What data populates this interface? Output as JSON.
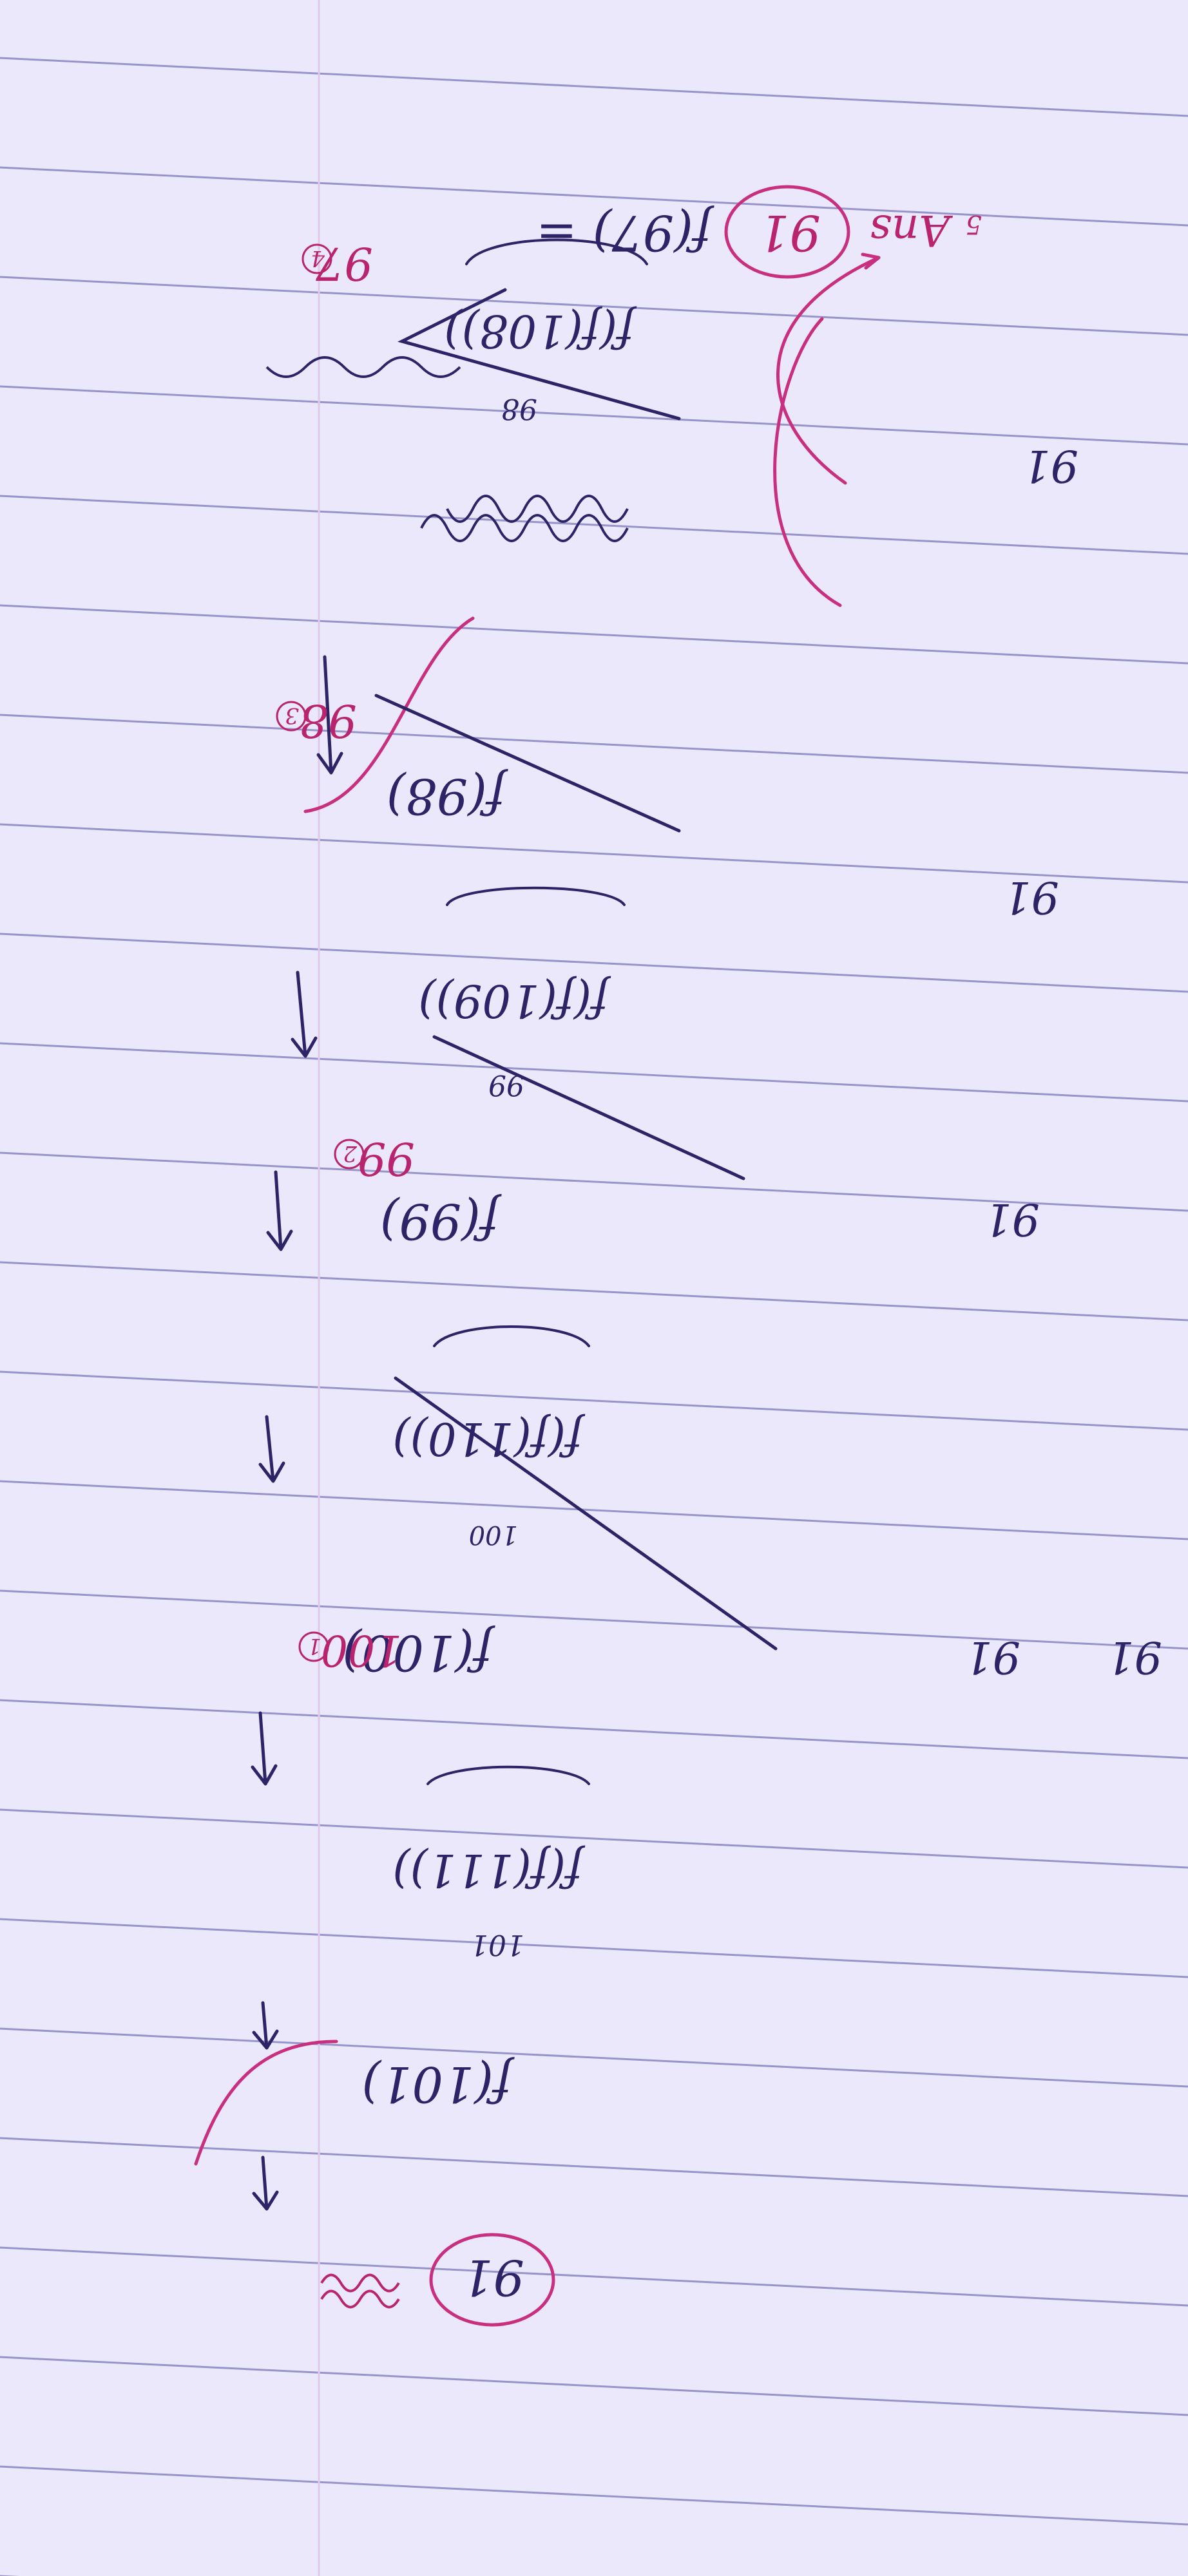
{
  "colors": {
    "paper": "#ebe8fb",
    "rule": "#7c79bd",
    "ink_dark": "#2d2367",
    "ink_magenta": "#c8307f",
    "ink_red": "#b8246d"
  },
  "orientation": "upside-down",
  "chain": [
    {
      "id": "f97",
      "text": "f(97) = ",
      "answer": "91",
      "suffix": "Ans",
      "step": "5"
    },
    {
      "id": "f108",
      "text": "f(f(108))",
      "over": "98"
    },
    {
      "id": "f98",
      "text": "f(98)"
    },
    {
      "id": "f109",
      "text": "f(f(109))",
      "over": "99"
    },
    {
      "id": "f99",
      "text": "f(99)"
    },
    {
      "id": "f110",
      "text": "f(f(110))",
      "over": "100"
    },
    {
      "id": "f100",
      "text": "f(100)"
    },
    {
      "id": "f111",
      "text": "f(f(111))",
      "over": "101"
    },
    {
      "id": "f101",
      "text": "f(101)"
    },
    {
      "id": "result",
      "text": "91"
    }
  ],
  "side_notes": [
    {
      "id": "n97",
      "value": "97",
      "step": "4"
    },
    {
      "id": "n98",
      "value": "98",
      "step": "3"
    },
    {
      "id": "n99",
      "value": "99",
      "step": "2"
    },
    {
      "id": "n100",
      "value": "100",
      "step": "1"
    }
  ],
  "return_values": [
    {
      "id": "r1",
      "value": "91"
    },
    {
      "id": "r2",
      "value": "91"
    },
    {
      "id": "r3",
      "value": "91"
    },
    {
      "id": "r4",
      "value": "91"
    },
    {
      "id": "r5",
      "value": "91"
    }
  ]
}
